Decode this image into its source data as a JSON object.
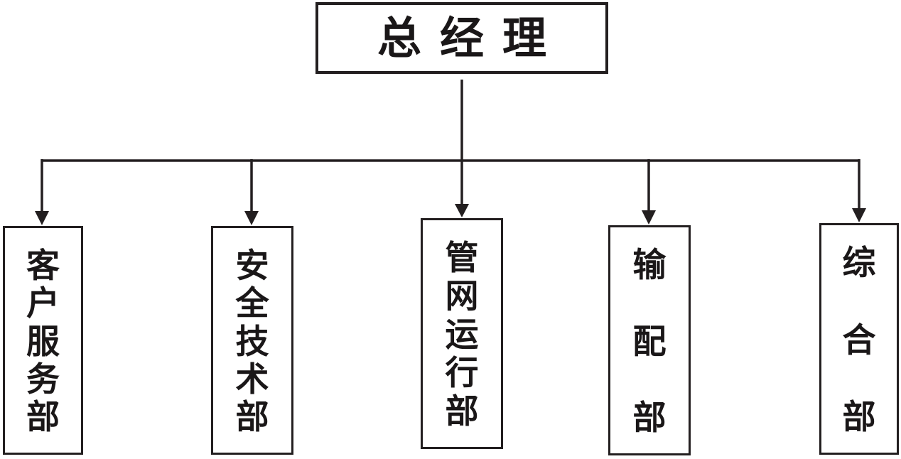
{
  "diagram": {
    "type": "org-chart",
    "root": {
      "label": "总经理"
    },
    "departments": [
      {
        "label": "客户服务部"
      },
      {
        "label": "安全技术部"
      },
      {
        "label": "管网运行部"
      },
      {
        "label": "输配部"
      },
      {
        "label": "综合部"
      }
    ],
    "colors": {
      "line": "#231f20",
      "box_border": "#231f20",
      "text": "#1a1718",
      "background": "#ffffff"
    }
  }
}
